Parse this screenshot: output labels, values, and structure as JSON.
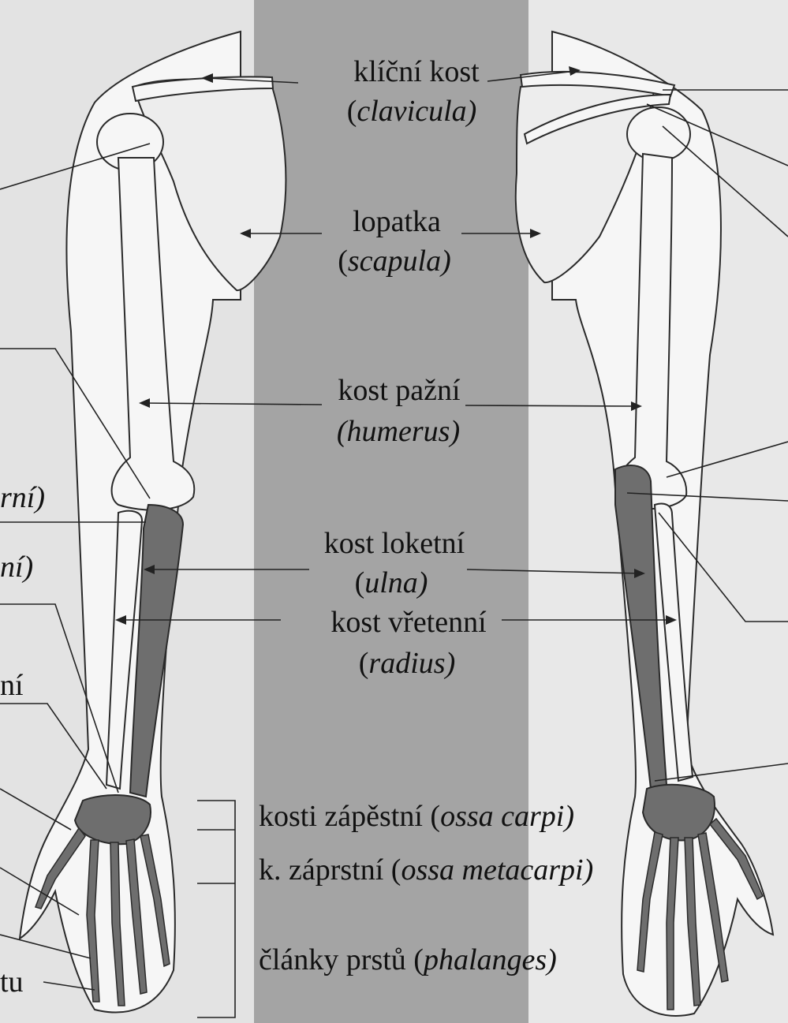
{
  "labels": {
    "clavicula": {
      "name": "klíční kost",
      "open": "(",
      "latin": "clavicula)",
      "close": ""
    },
    "scapula": {
      "name": "lopatka",
      "open": "(",
      "latin": "scapula)",
      "close": ""
    },
    "humerus": {
      "name": "kost pažní",
      "open": "",
      "latin": "(humerus)",
      "close": ""
    },
    "ulna": {
      "name": "kost loketní",
      "open": "(",
      "latin": "ulna)",
      "close": ""
    },
    "radius": {
      "name": "kost vřetenní",
      "open": "(",
      "latin": "radius)",
      "close": ""
    },
    "carpi": {
      "prefix": "kosti zápěstní (",
      "latin": "ossa carpi)"
    },
    "metacarpi": {
      "prefix": "k. záprstní (",
      "latin": "ossa metacarpi)"
    },
    "phalanges": {
      "prefix": "články prstů (",
      "latin": "phalanges)"
    }
  },
  "cut_labels": {
    "left_1": "rní)",
    "left_2": "ní)",
    "left_3": "ní",
    "left_4": "tu"
  },
  "colors": {
    "background_light": "#e7e7e7",
    "center_band": "#a3a3a3",
    "bone_light": "#f4f4f4",
    "bone_dark": "#6b6b6b",
    "outline": "#2a2a2a"
  }
}
